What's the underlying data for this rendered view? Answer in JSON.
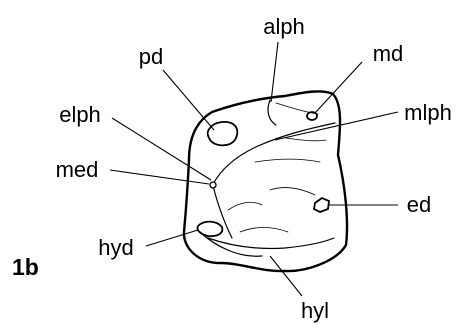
{
  "figure_label": "1b",
  "labels": {
    "alph": "alph",
    "pd": "pd",
    "md": "md",
    "elph": "elph",
    "mlph": "mlph",
    "med": "med",
    "ed": "ed",
    "hyd": "hyd",
    "hyl": "hyl"
  }
}
